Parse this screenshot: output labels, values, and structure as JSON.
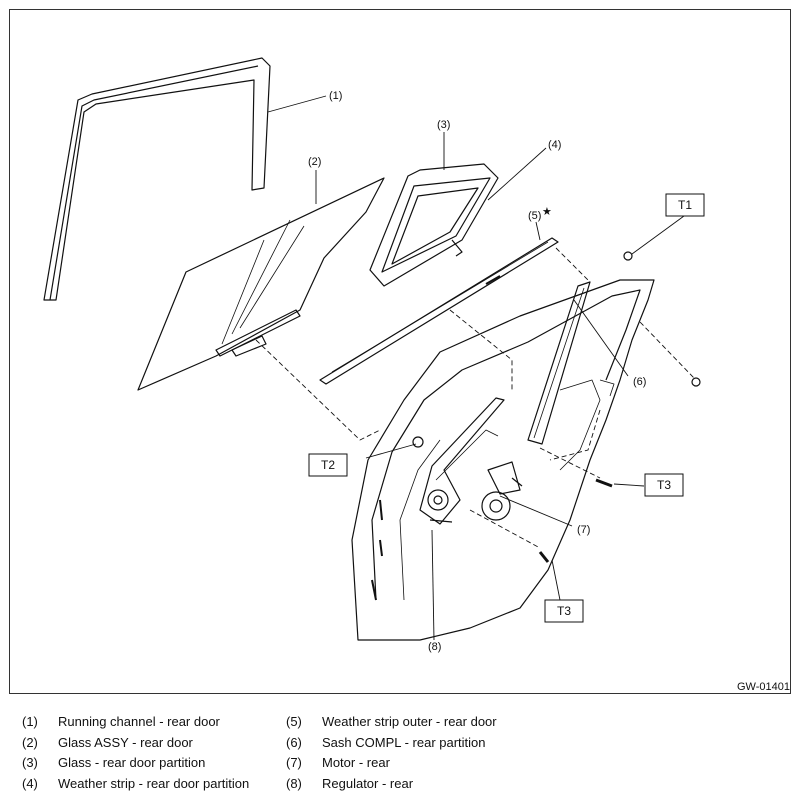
{
  "callouts": {
    "c1": "(1)",
    "c2": "(2)",
    "c3": "(3)",
    "c4": "(4)",
    "c5": "(5)",
    "c6": "(6)",
    "c7": "(7)",
    "c8": "(8)",
    "star": "★"
  },
  "torque": {
    "t1": "T1",
    "t2": "T2",
    "t3a": "T3",
    "t3b": "T3"
  },
  "figure_code": "GW-01401",
  "legend": [
    {
      "num": "(1)",
      "text": "Running channel - rear door"
    },
    {
      "num": "(2)",
      "text": "Glass ASSY - rear door"
    },
    {
      "num": "(3)",
      "text": "Glass - rear door partition"
    },
    {
      "num": "(4)",
      "text": "Weather strip - rear door partition"
    },
    {
      "num": "(5)",
      "text": "Weather strip outer - rear door"
    },
    {
      "num": "(6)",
      "text": "Sash COMPL - rear partition"
    },
    {
      "num": "(7)",
      "text": "Motor - rear"
    },
    {
      "num": "(8)",
      "text": "Regulator - rear"
    }
  ]
}
